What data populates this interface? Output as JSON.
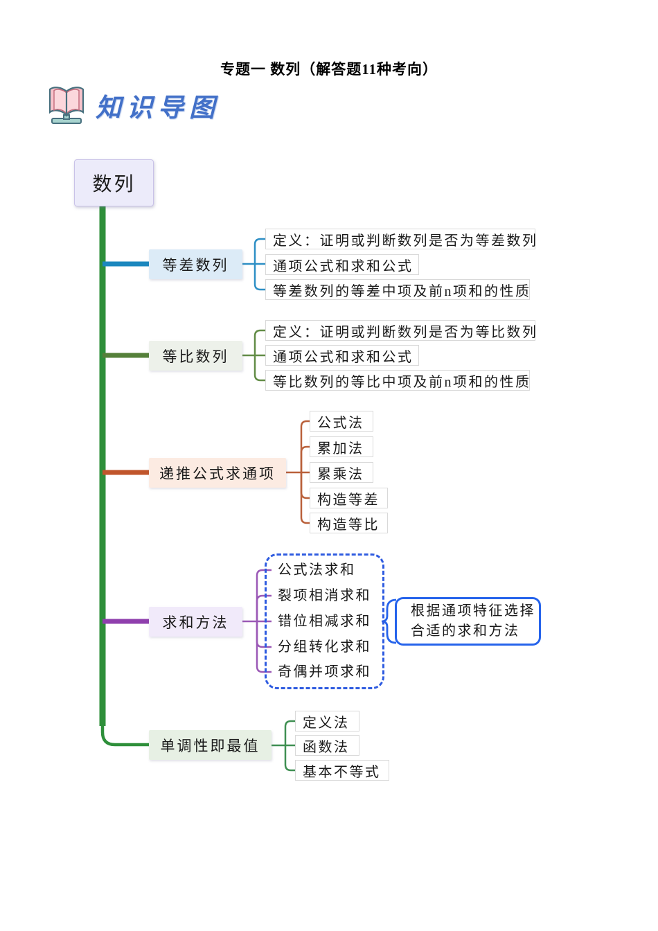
{
  "page": {
    "title": "专题一 数列（解答题11种考向）",
    "section_header": "知识导图"
  },
  "mindmap": {
    "root": "数列",
    "branches": [
      {
        "label": "等差数列",
        "children": [
          "定义：证明或判断数列是否为等差数列",
          "通项公式和求和公式",
          "等差数列的等差中项及前n项和的性质"
        ]
      },
      {
        "label": "等比数列",
        "children": [
          "定义：证明或判断数列是否为等比数列",
          "通项公式和求和公式",
          "等比数列的等比中项及前n项和的性质"
        ]
      },
      {
        "label": "递推公式求通项",
        "children": [
          "公式法",
          "累加法",
          "累乘法",
          "构造等差",
          "构造等比"
        ]
      },
      {
        "label": "求和方法",
        "children": [
          "公式法求和",
          "裂项相消求和",
          "错位相减求和",
          "分组转化求和",
          "奇偶并项求和"
        ],
        "note_line1": "根据通项特征选择",
        "note_line2": "合适的求和方法"
      },
      {
        "label": "单调性即最值",
        "children": [
          "定义法",
          "函数法",
          "基本不等式"
        ]
      }
    ],
    "colors": {
      "trunk": "#2e8f3a",
      "branch_arithmetic": "#1b87be",
      "branch_geometric": "#55803a",
      "branch_recursive": "#c0552b",
      "branch_summation": "#8f3fad",
      "branch_monotonic": "#2e8f3a",
      "dashed_group_border": "#2e5be0",
      "note_border": "#2563eb",
      "header_text": "#4270c8",
      "fill_root": "#ecebfa",
      "fill_arithmetic": "#dcebf7",
      "fill_geometric": "#edf1ea",
      "fill_recursive": "#fcebe2",
      "fill_summation": "#f1eafa",
      "fill_monotonic": "#e7f0e4"
    }
  }
}
